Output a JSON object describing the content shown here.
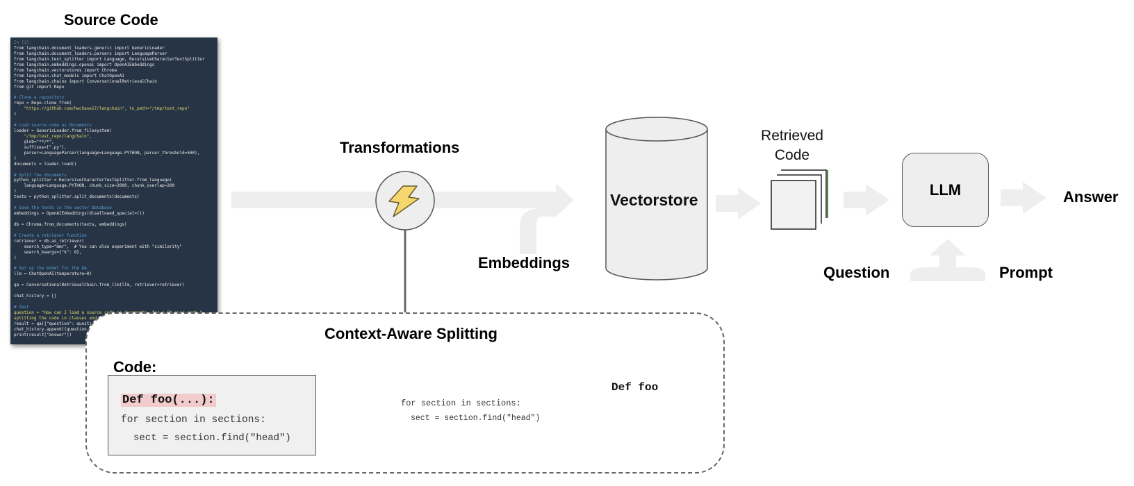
{
  "labels": {
    "source_code": "Source Code",
    "transformations": "Transformations",
    "embeddings": "Embeddings",
    "vectorstore": "Vectorstore",
    "retrieved_line1": "Retrieved",
    "retrieved_line2": "Code",
    "llm": "LLM",
    "answer": "Answer",
    "question": "Question",
    "prompt": "Prompt",
    "context_aware_splitting": "Context-Aware Splitting",
    "code_heading": "Code:"
  },
  "code_example": {
    "def_line": "Def foo(...):",
    "loop_line": "for section in sections:",
    "body_line": "sect = section.find(\"head\")"
  },
  "chunk_example": {
    "loop_line": "for section in sections:",
    "body_line": "sect = section.find(\"head\")"
  },
  "tag_text": "Def foo",
  "source_code_lines": [
    {
      "t": "faint",
      "s": "In [1]:"
    },
    {
      "t": "kw",
      "s": "from langchain.document_loaders.generic import GenericLoader"
    },
    {
      "t": "kw",
      "s": "from langchain.document_loaders.parsers import LanguageParser"
    },
    {
      "t": "kw",
      "s": "from langchain.text_splitter import Language, RecursiveCharacterTextSplitter"
    },
    {
      "t": "kw",
      "s": "from langchain.embeddings.openai import OpenAIEmbeddings"
    },
    {
      "t": "kw",
      "s": "from langchain.vectorstores import Chroma"
    },
    {
      "t": "kw",
      "s": "from langchain.chat_models import ChatOpenAI"
    },
    {
      "t": "kw",
      "s": "from langchain.chains import ConversationalRetrievalChain"
    },
    {
      "t": "kw",
      "s": "from git import Repo"
    },
    {
      "t": "kw",
      "s": ""
    },
    {
      "t": "comment",
      "s": "# Clone a repository"
    },
    {
      "t": "kw",
      "s": "repo = Repo.clone_from("
    },
    {
      "t": "str",
      "s": "    \"https://github.com/hwchase17/langchain\", to_path=\"/tmp/test_repo\""
    },
    {
      "t": "kw",
      "s": ")"
    },
    {
      "t": "kw",
      "s": ""
    },
    {
      "t": "comment",
      "s": "# Load source code as documents"
    },
    {
      "t": "kw",
      "s": "loader = GenericLoader.from_filesystem("
    },
    {
      "t": "str",
      "s": "    \"/tmp/test_repo/langchain\","
    },
    {
      "t": "kw",
      "s": "    glob=\"**/*\","
    },
    {
      "t": "kw",
      "s": "    suffixes=[\".py\"],"
    },
    {
      "t": "kw",
      "s": "    parser=LanguageParser(language=Language.PYTHON, parser_threshold=500),"
    },
    {
      "t": "kw",
      "s": ")"
    },
    {
      "t": "kw",
      "s": "documents = loader.load()"
    },
    {
      "t": "kw",
      "s": ""
    },
    {
      "t": "comment",
      "s": "# Split the documents"
    },
    {
      "t": "kw",
      "s": "python_splitter = RecursiveCharacterTextSplitter.from_language("
    },
    {
      "t": "kw",
      "s": "    language=Language.PYTHON, chunk_size=2000, chunk_overlap=200"
    },
    {
      "t": "kw",
      "s": ")"
    },
    {
      "t": "kw",
      "s": "texts = python_splitter.split_documents(documents)"
    },
    {
      "t": "kw",
      "s": ""
    },
    {
      "t": "comment",
      "s": "# Save the texts in the vector database"
    },
    {
      "t": "kw",
      "s": "embeddings = OpenAIEmbeddings(disallowed_special=())"
    },
    {
      "t": "kw",
      "s": ""
    },
    {
      "t": "kw",
      "s": "db = Chroma.from_documents(texts, embeddings)"
    },
    {
      "t": "kw",
      "s": ""
    },
    {
      "t": "comment",
      "s": "# Create a retriever function"
    },
    {
      "t": "kw",
      "s": "retriever = db.as_retriever("
    },
    {
      "t": "kw",
      "s": "    search_type=\"mmr\",  # You can also experiment with \"similarity\""
    },
    {
      "t": "kw",
      "s": "    search_kwargs={\"k\": 8},"
    },
    {
      "t": "kw",
      "s": ")"
    },
    {
      "t": "kw",
      "s": ""
    },
    {
      "t": "comment",
      "s": "# Set up the model for the QA"
    },
    {
      "t": "kw",
      "s": "llm = ChatOpenAI(temperature=0)"
    },
    {
      "t": "kw",
      "s": ""
    },
    {
      "t": "kw",
      "s": "qa = ConversationalRetrievalChain.from_llm(llm, retriever=retriever)"
    },
    {
      "t": "kw",
      "s": ""
    },
    {
      "t": "kw",
      "s": "chat_history = []"
    },
    {
      "t": "kw",
      "s": ""
    },
    {
      "t": "comment",
      "s": "# Test"
    },
    {
      "t": "str",
      "s": "question = \"How can I load a source code as documents, for a QA over code,\""
    },
    {
      "t": "str",
      "s": "splitting the code in classes and functions?\""
    },
    {
      "t": "kw",
      "s": "result = qa({\"question\": question, \"chat_history\": chat_history})"
    },
    {
      "t": "kw",
      "s": "chat_history.append((question, result[\"answer\"]))"
    },
    {
      "t": "kw",
      "s": "print(result[\"answer\"])"
    }
  ]
}
